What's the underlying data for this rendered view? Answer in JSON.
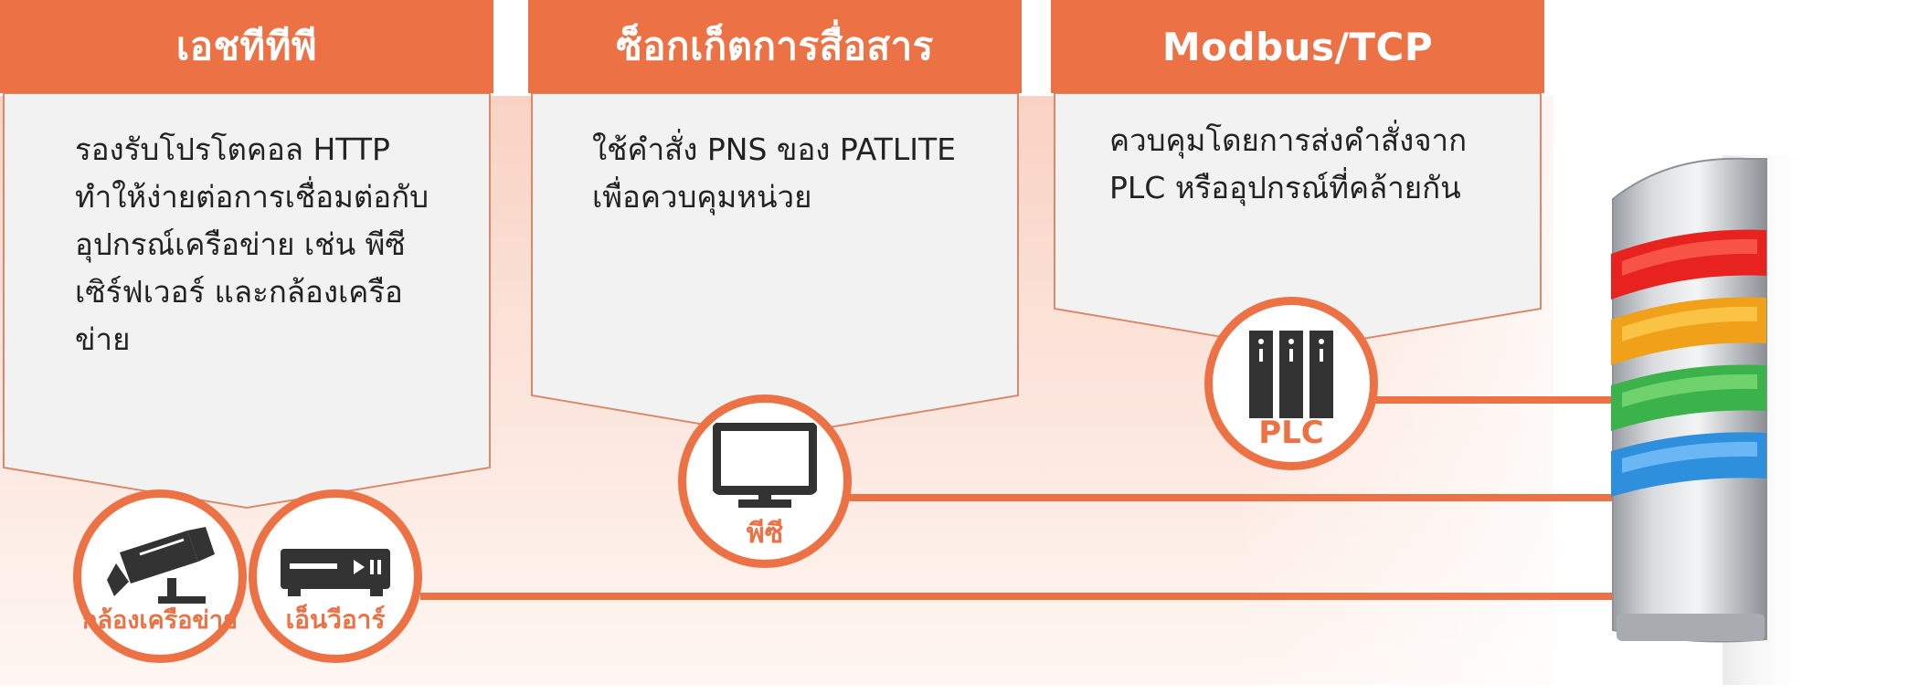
{
  "colors": {
    "accent": "#ec7245",
    "panel_fill": "#f2f2f2",
    "panel_stroke": "#d98a6c",
    "band": "#f9d2c3",
    "text": "#222222"
  },
  "panels": [
    {
      "title": "เอชทีทีพี",
      "body": "รองรับโปรโตคอล HTTP\nทำให้ง่ายต่อการเชื่อมต่อกับ\nอุปกรณ์เครือข่าย เช่น พีซี\nเซิร์ฟเวอร์ และกล้องเครือ\nข่าย"
    },
    {
      "title": "ซ็อกเก็ตการสื่อสาร",
      "body": "ใช้คำสั่ง PNS ของ PATLITE\nเพื่อควบคุมหน่วย"
    },
    {
      "title": "Modbus/TCP",
      "body": "ควบคุมโดยการส่งคำสั่งจาก\nPLC หรืออุปกรณ์ที่คล้ายกัน"
    }
  ],
  "nodes": {
    "camera": {
      "label": "กล้องเครือข่าย",
      "icon": "security-camera-icon"
    },
    "nvr": {
      "label": "เอ็นวีอาร์",
      "icon": "nvr-recorder-icon"
    },
    "pc": {
      "label": "พีซี",
      "icon": "monitor-icon"
    },
    "plc": {
      "label": "PLC",
      "icon": "plc-rack-icon"
    }
  },
  "signal_tower": {
    "icon": "signal-tower-icon",
    "tiers": [
      "#e8231f",
      "#f0a019",
      "#3bb34a",
      "#2e8fdc"
    ]
  }
}
